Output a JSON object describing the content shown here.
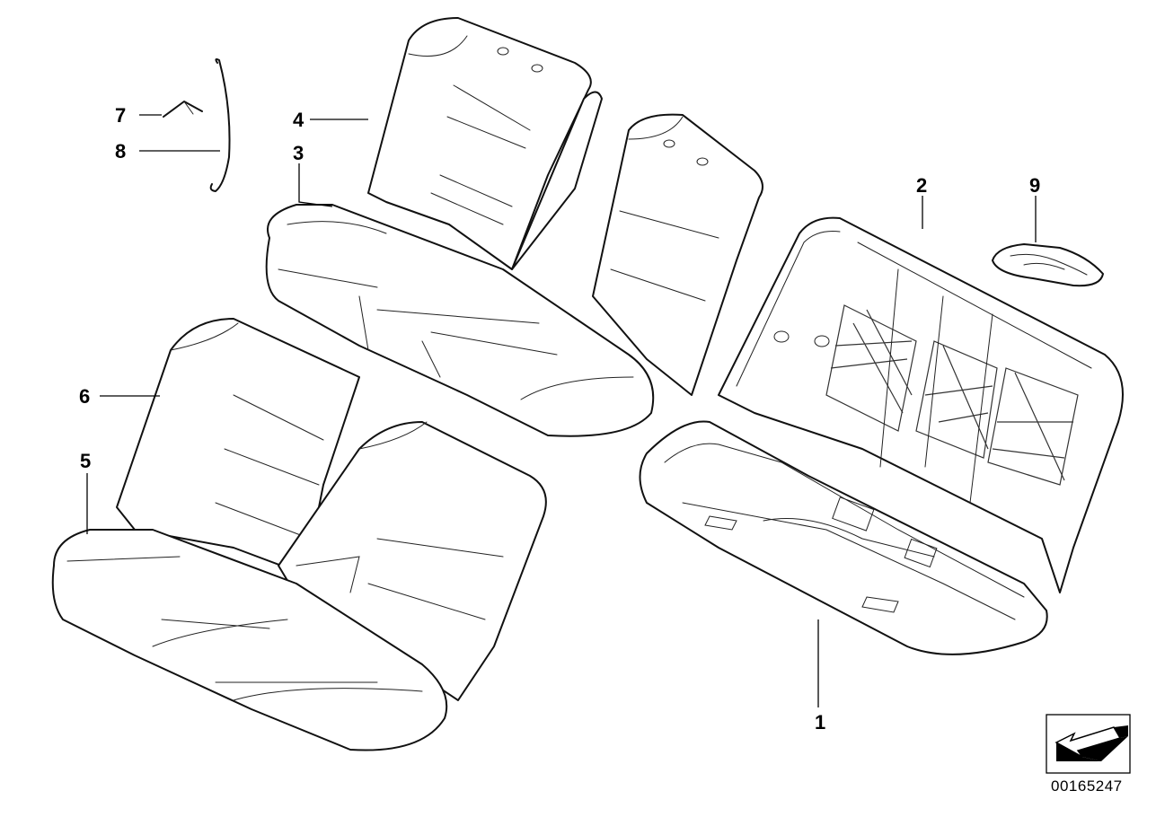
{
  "callouts": [
    {
      "id": "1",
      "label": "1"
    },
    {
      "id": "2",
      "label": "2"
    },
    {
      "id": "3",
      "label": "3"
    },
    {
      "id": "4",
      "label": "4"
    },
    {
      "id": "5",
      "label": "5"
    },
    {
      "id": "6",
      "label": "6"
    },
    {
      "id": "7",
      "label": "7"
    },
    {
      "id": "8",
      "label": "8"
    },
    {
      "id": "9",
      "label": "9"
    }
  ],
  "diagram_number": "00165247",
  "icons": {
    "orientation": "direction-arrow-icon"
  },
  "colors": {
    "line": "#111111",
    "background": "#ffffff"
  }
}
